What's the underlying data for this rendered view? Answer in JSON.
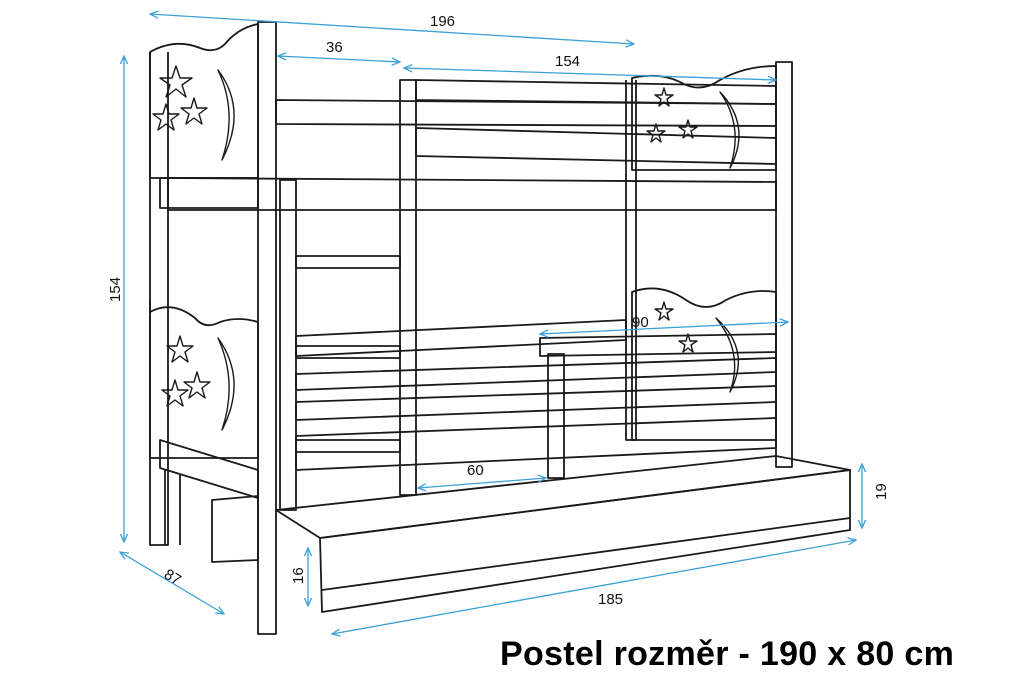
{
  "colors": {
    "outline": "#1a1a1a",
    "dimension_line": "#3aa0d8",
    "text": "#111111",
    "background": "#ffffff"
  },
  "dimensions": {
    "total_length": "196",
    "ladder_width": "36",
    "upper_opening": "154",
    "height": "154",
    "depth": "87",
    "guard_length": "90",
    "lower_opening": "60",
    "drawer_height": "16",
    "drawer_clearance": "19",
    "drawer_length": "185"
  },
  "caption": {
    "text": "Postel rozměr - 190 x 80 cm"
  }
}
